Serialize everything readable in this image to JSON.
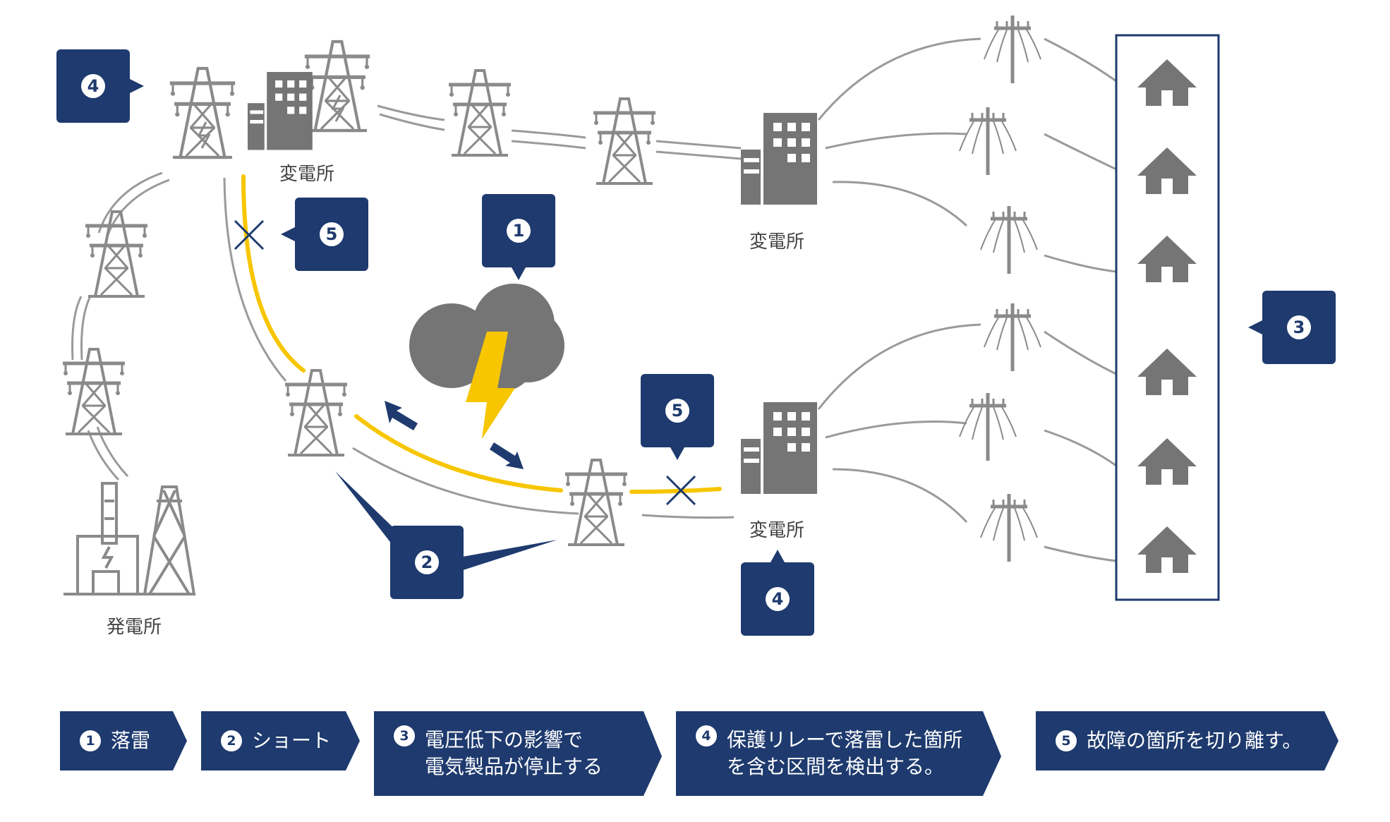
{
  "colors": {
    "navy": "#1e3a6e",
    "gray": "#757575",
    "light_gray": "#9a9a9a",
    "yellow": "#f7c600",
    "white": "#ffffff"
  },
  "labels": {
    "substation_top_left": "変電所",
    "substation_top_mid": "変電所",
    "substation_bottom": "変電所",
    "power_plant": "発電所"
  },
  "callouts": {
    "c1": "1",
    "c2": "2",
    "c3": "3",
    "c4_top": "4",
    "c4_bottom": "4",
    "c5_left": "5",
    "c5_bottom": "5"
  },
  "steps": [
    {
      "num": "1",
      "text": "落雷"
    },
    {
      "num": "2",
      "text": "ショート"
    },
    {
      "num": "3",
      "line1": "電圧低下の影響で",
      "line2": "電気製品が停止する"
    },
    {
      "num": "4",
      "line1": "保護リレーで落雷した箇所",
      "line2": "を含む区間を検出する。"
    },
    {
      "num": "5",
      "text": "故障の箇所を切り離す。"
    }
  ],
  "icons": [
    "transmission-tower-icon",
    "substation-building-icon",
    "utility-pole-icon",
    "house-icon",
    "power-plant-icon",
    "thundercloud-icon",
    "lightning-bolt-icon",
    "cross-mark-icon",
    "arrow-icon"
  ]
}
